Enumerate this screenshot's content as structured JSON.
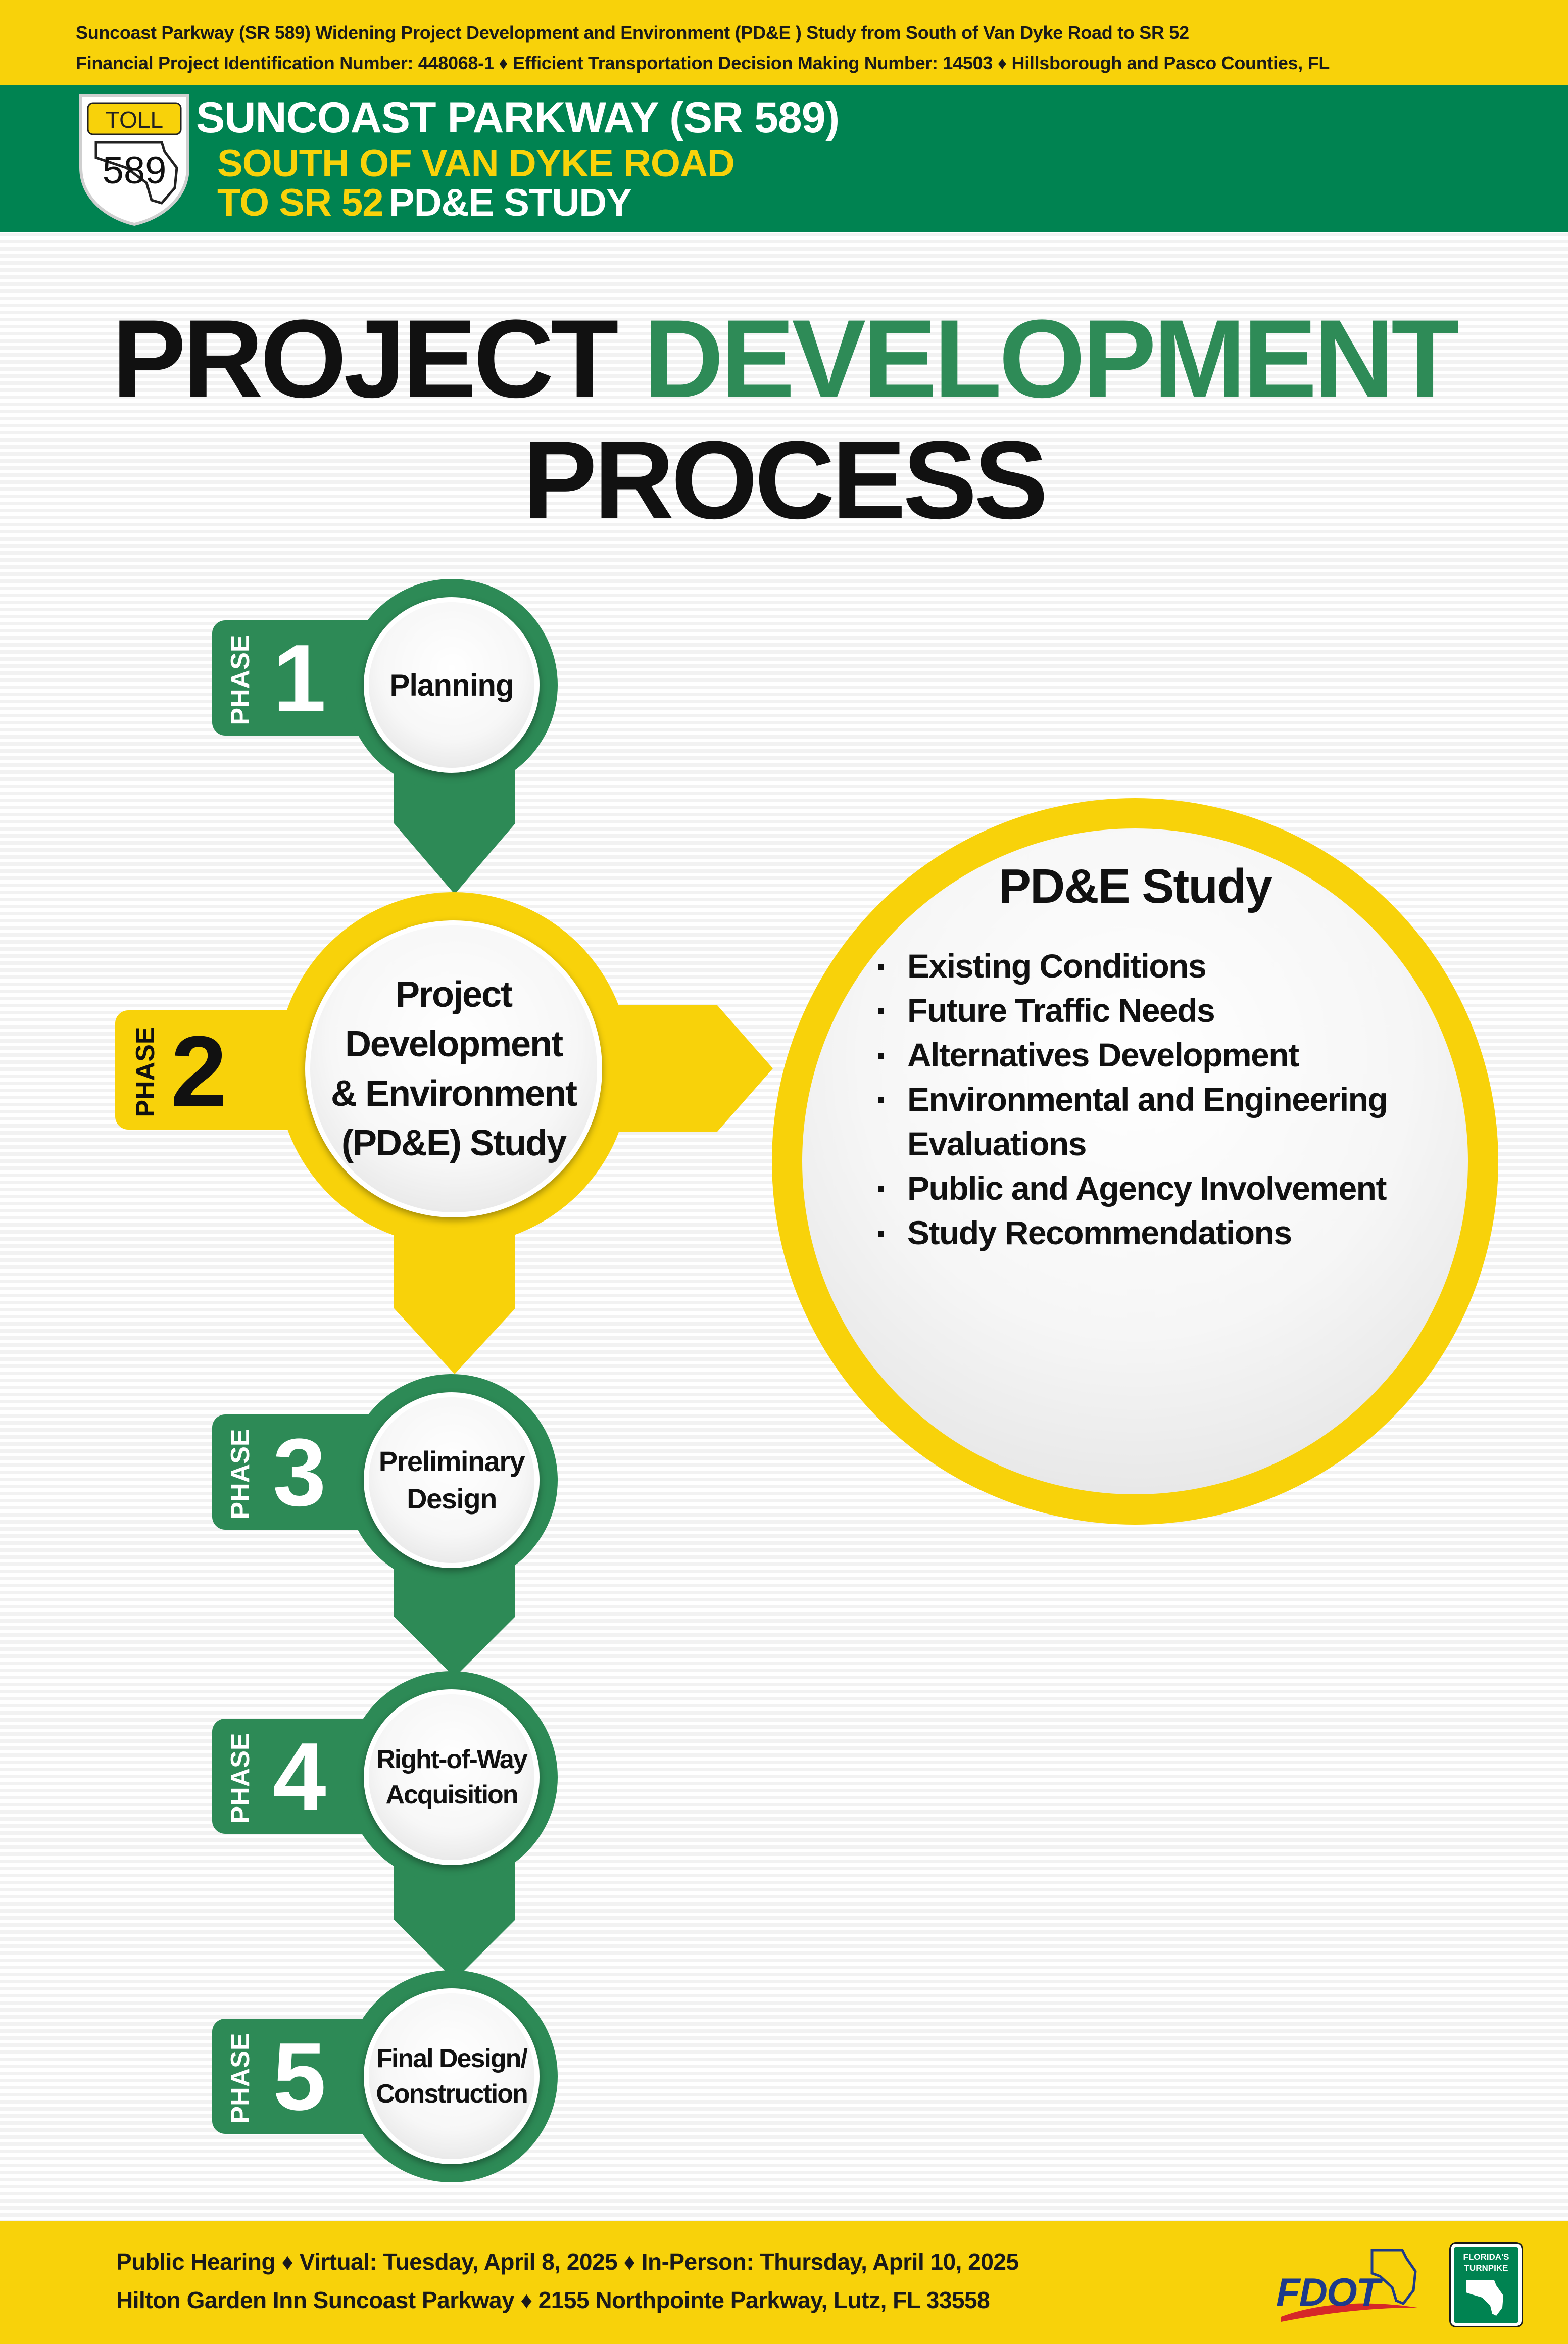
{
  "topbar": {
    "line1": "Suncoast Parkway (SR 589) Widening Project Development and Environment (PD&E ) Study from South of Van Dyke Road to SR 52",
    "line2": "Financial Project Identification Number: 448068-1  ♦  Efficient Transportation Decision Making Number: 14503  ♦  Hillsborough and Pasco Counties, FL"
  },
  "header": {
    "shield_toll": "TOLL",
    "shield_number": "589",
    "title": "SUNCOAST PARKWAY (SR 589)",
    "subtitle_line1": "SOUTH OF VAN DYKE ROAD",
    "subtitle_line2a": "TO SR 52",
    "subtitle_line2b": "PD&E STUDY"
  },
  "main_title": {
    "word1": "PROJECT",
    "word2": "DEVELOPMENT",
    "word3": "PROCESS"
  },
  "phases": [
    {
      "phase_label": "PHASE",
      "number": "1",
      "name": "Planning"
    },
    {
      "phase_label": "PHASE",
      "number": "2",
      "name_lines": [
        "Project",
        "Development",
        "& Environment",
        "(PD&E) Study"
      ]
    },
    {
      "phase_label": "PHASE",
      "number": "3",
      "name_lines": [
        "Preliminary",
        "Design"
      ]
    },
    {
      "phase_label": "PHASE",
      "number": "4",
      "name_lines": [
        "Right-of-Way",
        "Acquisition"
      ]
    },
    {
      "phase_label": "PHASE",
      "number": "5",
      "name_lines": [
        "Final Design/",
        "Construction"
      ]
    }
  ],
  "pde_study": {
    "title": "PD&E Study",
    "items": [
      "Existing Conditions",
      "Future Traffic Needs",
      "Alternatives Development",
      "Environmental and Engineering Evaluations",
      "Public and Agency Involvement",
      "Study Recommendations"
    ]
  },
  "footer": {
    "line1": "Public Hearing  ♦  Virtual: Tuesday, April 8, 2025  ♦  In-Person: Thursday, April 10, 2025",
    "line2": "Hilton Garden Inn Suncoast Parkway  ♦  2155 Northpointe Parkway, Lutz, FL  33558",
    "logo_text": "FDOT",
    "turnpike_line1": "FLORIDA'S",
    "turnpike_line2": "TURNPIKE"
  },
  "colors": {
    "green": "#008351",
    "phase_green": "#2d8a56",
    "yellow": "#f8d20a",
    "title_green": "#2e8b57",
    "fdot_blue": "#1e3a8a",
    "fdot_red": "#d62828"
  }
}
